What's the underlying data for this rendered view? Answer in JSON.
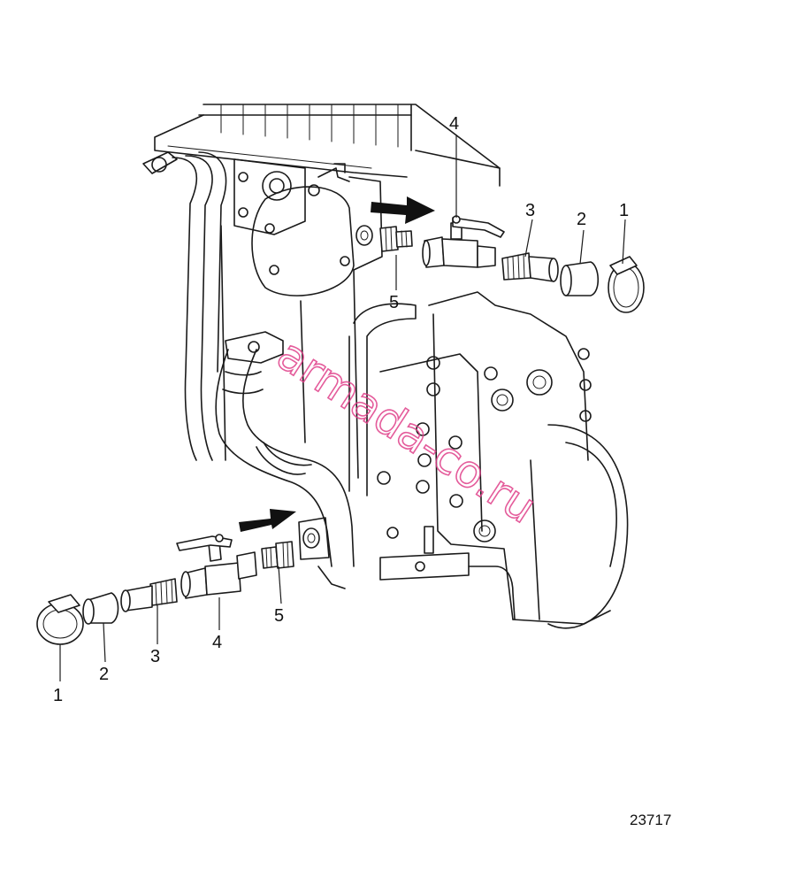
{
  "diagram": {
    "callouts": {
      "upper": [
        "1",
        "2",
        "3",
        "4",
        "5"
      ],
      "lower": [
        "1",
        "2",
        "3",
        "4",
        "5"
      ]
    },
    "reference_number": "23717"
  },
  "watermark": {
    "text": "armada-co.ru",
    "color": "#e0408a"
  }
}
